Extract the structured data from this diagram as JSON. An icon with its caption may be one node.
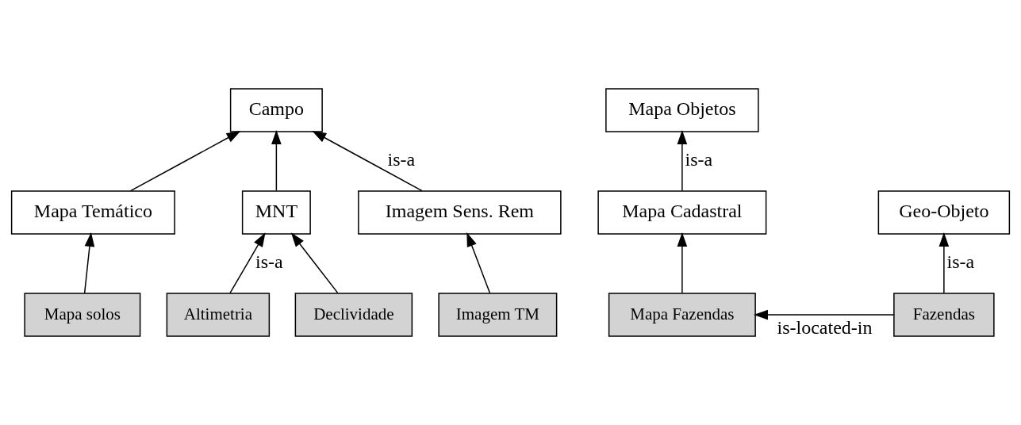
{
  "diagram": {
    "nodes": [
      {
        "text": [
          "Campo"
        ]
      },
      {
        "text": [
          "Mapa Temático"
        ]
      },
      {
        "text": [
          "MNT"
        ]
      },
      {
        "text": [
          "Imagem Sens. Rem"
        ]
      },
      {
        "text": [
          "Mapa solos"
        ]
      },
      {
        "text": [
          "Altimetria"
        ]
      },
      {
        "text": [
          "Declividade"
        ]
      },
      {
        "text": [
          "Imagem TM"
        ]
      },
      {
        "text": [
          "Mapa Objetos"
        ]
      },
      {
        "text": [
          "Mapa Cadastral"
        ]
      },
      {
        "text": [
          "Mapa Fazendas"
        ]
      },
      {
        "text": [
          "Geo-Objeto"
        ]
      },
      {
        "text": [
          "Fazendas"
        ]
      }
    ],
    "edges": [
      {
        "from": 1,
        "to": 0,
        "arrow": "to"
      },
      {
        "from": 2,
        "to": 0,
        "arrow": "to"
      },
      {
        "from": 3,
        "to": 0,
        "arrow": "to",
        "label": "is-a"
      },
      {
        "from": 4,
        "to": 1,
        "arrow": "to"
      },
      {
        "from": 5,
        "to": 2,
        "arrow": "to",
        "label": "is-a"
      },
      {
        "from": 6,
        "to": 2,
        "arrow": "to"
      },
      {
        "from": 7,
        "to": 3,
        "arrow": "to"
      },
      {
        "from": 9,
        "to": 8,
        "arrow": "to",
        "label": "is-a"
      },
      {
        "from": 10,
        "to": 9,
        "arrow": "to"
      },
      {
        "from": 12,
        "to": 11,
        "arrow": "to",
        "label": "is-a"
      },
      {
        "from": 12,
        "to": 10,
        "arrow": "to",
        "label": "is-located-in"
      }
    ]
  }
}
